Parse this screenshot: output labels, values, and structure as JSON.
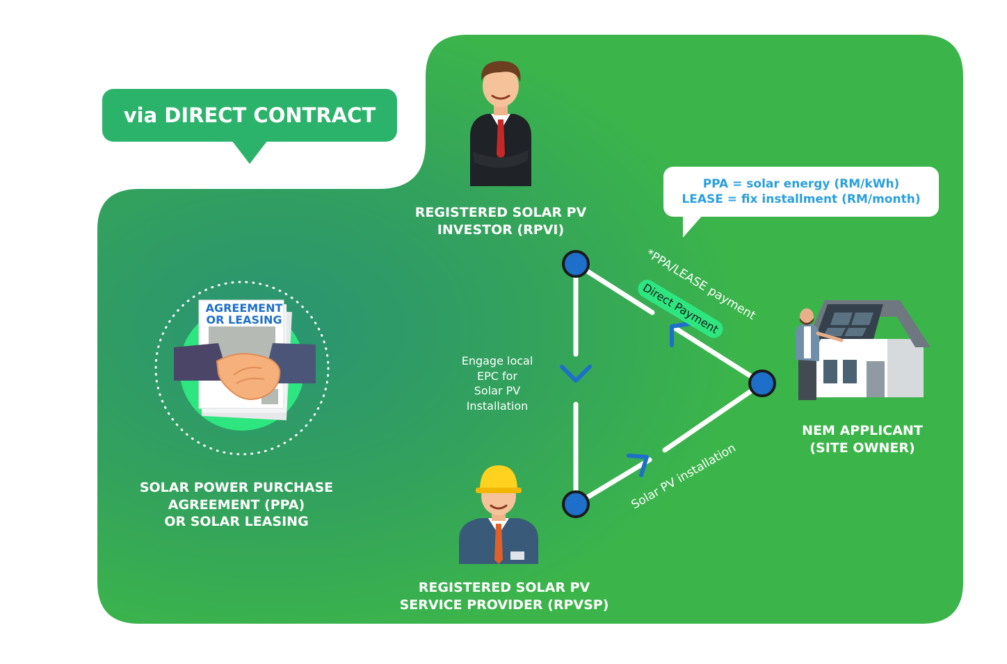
{
  "title": "via DIRECT CONTRACT",
  "agreement_doc": {
    "line1": "AGREEMENT",
    "line2": "OR LEASING"
  },
  "agreement_label": {
    "line1": "SOLAR POWER PURCHASE",
    "line2": "AGREEMENT (PPA)",
    "line3": "OR SOLAR LEASING"
  },
  "investor": {
    "line1": "REGISTERED SOLAR PV",
    "line2": "INVESTOR (RPVI)"
  },
  "service_provider": {
    "line1": "REGISTERED SOLAR PV",
    "line2": "SERVICE PROVIDER (RPVSP)"
  },
  "applicant": {
    "line1": "NEM APPLICANT",
    "line2": "(SITE OWNER)"
  },
  "info_bubble": {
    "line1": "PPA = solar energy (RM/kWh)",
    "line2": "LEASE = fix installment (RM/month)"
  },
  "edges": {
    "engage": [
      "Engage local",
      "EPC for",
      "Solar PV",
      "Installation"
    ],
    "payment": "*PPA/LEASE payment",
    "direct_payment": "Direct Payment",
    "installation": "Solar PV installation"
  },
  "colors": {
    "background_green": "#3bb54a",
    "gradient_teal": "#2a9a6a",
    "node_blue": "#1e6fc9",
    "arrow_blue": "#1e6fc9",
    "accent_mint": "#2ee67f",
    "bubble_text_blue": "#2a9fdc",
    "title_bubble_green": "#2bb36b"
  },
  "icons": {
    "investor": "businessman-icon",
    "service_provider": "engineer-hardhat-icon",
    "applicant": "house-with-solar-panels-icon",
    "agreement": "handshake-contract-icon"
  }
}
